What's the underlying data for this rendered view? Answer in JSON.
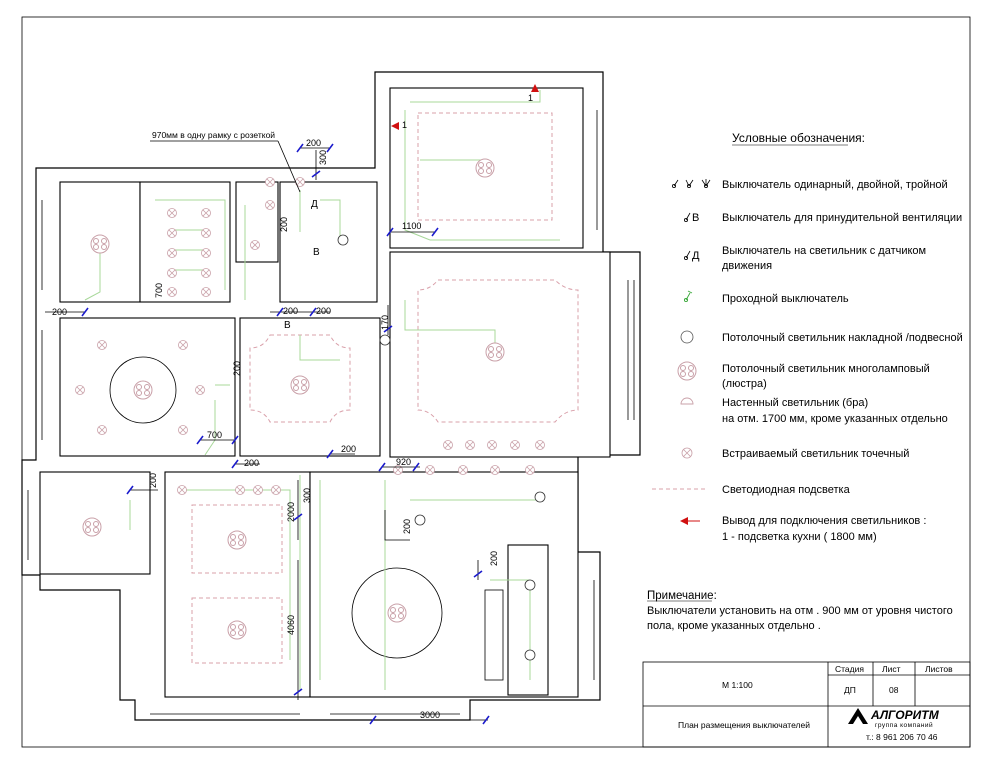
{
  "callout_note": "970мм в одну рамку с розеткой",
  "dimensions": {
    "d200_a": "200",
    "d300_a": "300",
    "d200_b": "200",
    "d1100": "1100",
    "d200_c": "200",
    "d700_a": "700",
    "d200_d": "200",
    "d200_e": "200",
    "d170": "170",
    "d200_f": "200",
    "d700_b": "700",
    "d200_g": "200",
    "d200_h": "200",
    "d920": "920",
    "d200_i": "200",
    "d2000": "2000",
    "d300_b": "300",
    "d200_j": "200",
    "d4060": "4060",
    "d200_k": "200",
    "d3000": "3000"
  },
  "marks": {
    "d_a": "Д",
    "b_a": "В",
    "b_b": "В",
    "out_1": "1",
    "out_2": "1"
  },
  "legend": {
    "title": "Условные обозначения:",
    "items": [
      {
        "label": "Выключатель одинарный, двойной, тройной",
        "symbol": "switch-123"
      },
      {
        "label": "Выключатель для принудительной вентиляции",
        "symbol": "switch-vent",
        "letter": "В"
      },
      {
        "label": "Выключатель на светильник с датчиком",
        "label2": "движения",
        "symbol": "switch-motion",
        "letter": "Д"
      },
      {
        "label": "Проходной выключатель",
        "symbol": "switch-pass"
      },
      {
        "label": "Потолочный светильник накладной /подвесной",
        "symbol": "ceiling-light"
      },
      {
        "label": "Потолочный светильник многоламповый",
        "label2": "(люстра)",
        "symbol": "chandelier"
      },
      {
        "label": "Настенный светильник (бра)",
        "label2": "на отм. 1700 мм, кроме указанных отдельно",
        "symbol": "wall-light"
      },
      {
        "label": "Встраиваемый светильник точечный",
        "symbol": "spot-light"
      },
      {
        "label": "Светодиодная подсветка",
        "symbol": "led-strip"
      },
      {
        "label": "Вывод для подключения светильников :",
        "label2": "1 - подсветка кухни ( 1800 мм)",
        "symbol": "output-arrow"
      }
    ]
  },
  "note": {
    "title": "Примечание:",
    "line1": "Выключатели установить на отм . 900 мм от уровня чистого",
    "line2": "пола, кроме указанных отдельно ."
  },
  "title_block": {
    "scale": "М 1:100",
    "stage_header": "Стадия",
    "sheet_header": "Лист",
    "sheets_header": "Листов",
    "stage": "ДП",
    "sheet": "08",
    "sheets": "",
    "drawing_title": "План размещения выключателей",
    "company": "АЛГОРИТМ",
    "company_sub": "группа компаний",
    "phone": "т.: 8 961 206 70 46"
  },
  "colors": {
    "wire": "#a8d89a",
    "led": "#d9a0aa",
    "lamp": "#c9a0a8",
    "dimension_tick": "#1a1acc",
    "output_arrow": "#d01010"
  }
}
